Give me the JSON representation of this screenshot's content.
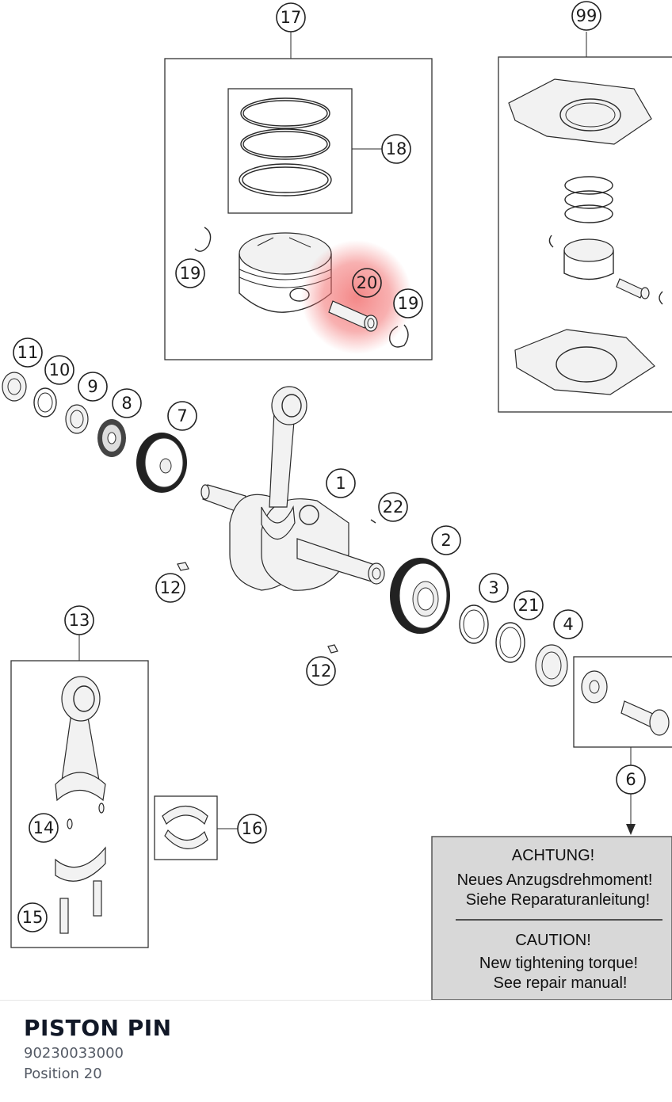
{
  "diagram": {
    "callouts": [
      "17",
      "99",
      "18",
      "19",
      "20",
      "19",
      "11",
      "10",
      "9",
      "8",
      "7",
      "1",
      "22",
      "2",
      "12",
      "3",
      "21",
      "4",
      "13",
      "12",
      "6",
      "14",
      "16",
      "15"
    ],
    "highlight_color": "#f08080",
    "warning": {
      "de_title": "ACHTUNG!",
      "de_line1": "Neues Anzugsdrehmoment!",
      "de_line2": "Siehe Reparaturanleitung!",
      "en_title": "CAUTION!",
      "en_line1": "New tightening torque!",
      "en_line2": "See repair manual!"
    }
  },
  "part": {
    "name": "PISTON PIN",
    "number": "90230033000",
    "position": "Position 20"
  }
}
